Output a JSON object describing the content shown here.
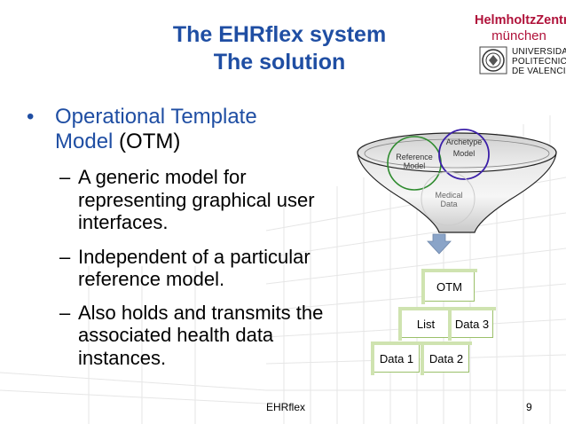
{
  "slide": {
    "title_line1": "The EHRflex system",
    "title_line2": "The solution",
    "footer_center": "EHRflex",
    "page_number": "9"
  },
  "logos": {
    "hmgu_line1": "HelmholtzZentrum",
    "hmgu_line2": "münchen",
    "upv_line1": "UNIVERSIDAD",
    "upv_line2": "POLITECNICA",
    "upv_line3": "DE VALENCIA"
  },
  "content": {
    "bullet_symbol": "•",
    "dash_symbol": "–",
    "bullet1_highlight_1": "Operational Template",
    "bullet1_highlight_2": "Model",
    "bullet1_rest": " (OTM)",
    "sub1_line1": "A generic model for",
    "sub1_line2": "representing graphical user",
    "sub1_line3": "interfaces.",
    "sub2_line1": "Independent of a particular",
    "sub2_line2": "reference model.",
    "sub3_line1": "Also holds and transmits the",
    "sub3_line2": "associated health data",
    "sub3_line3": "instances."
  },
  "diagram": {
    "funnel": {
      "reference_model_line1": "Reference",
      "reference_model_line2": "Model",
      "archetype_model_line1": "Archetype",
      "archetype_model_line2": "Model",
      "medical_data_line1": "Medical",
      "medical_data_line2": "Data"
    },
    "hierarchy": {
      "otm": "OTM",
      "list": "List",
      "data3": "Data 3",
      "data1": "Data 1",
      "data2": "Data 2"
    },
    "colors": {
      "title_blue": "#1f4ea3",
      "reference_circle": "#2e8b2e",
      "archetype_circle": "#3b1fa8",
      "box_border": "#9bc06a",
      "logo_red": "#b0123a"
    }
  }
}
